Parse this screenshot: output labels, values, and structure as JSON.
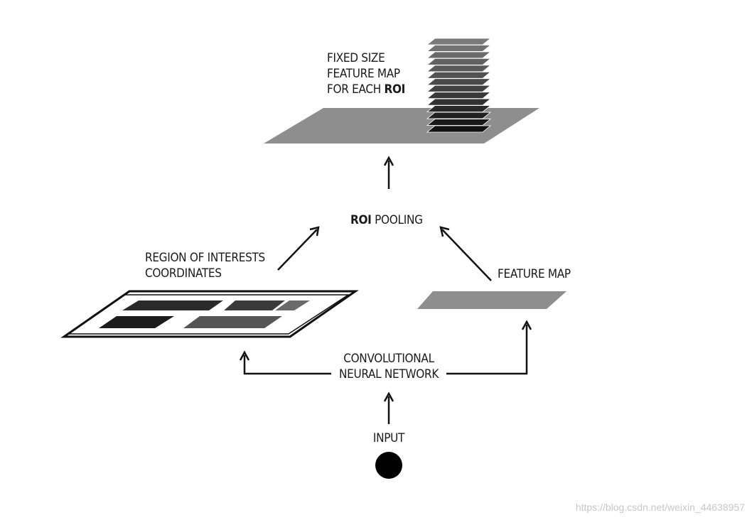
{
  "labels": {
    "fixed_line1": "FIXED SIZE",
    "fixed_line2": "FEATURE MAP",
    "fixed_line3_prefix": "FOR EACH ",
    "fixed_line3_bold": "ROI",
    "roi_pool_bold": "ROI",
    "roi_pool_rest": " POOLING",
    "region_line1": "REGION OF INTERESTS",
    "region_line2": "COORDINATES",
    "feature_map": "FEATURE MAP",
    "cnn_line1": "CONVOLUTIONAL",
    "cnn_line2": "NEURAL NETWORK",
    "input": "INPUT"
  },
  "watermark": "https://blog.csdn.net/weixin_44638957",
  "colors": {
    "plane_gray": "#8e8e8e",
    "ink": "#111111",
    "stack_top": "#7a7a7a",
    "stack_bottom": "#111111"
  },
  "stack_layers": 14
}
